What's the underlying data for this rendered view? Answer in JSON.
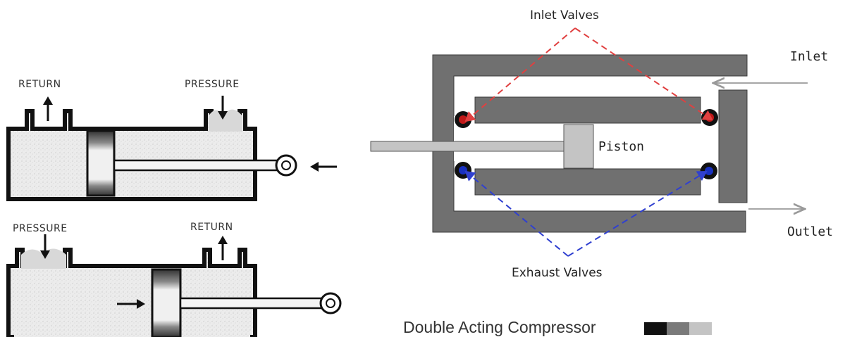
{
  "left_diagram": {
    "top": {
      "left_port_label": "RETURN",
      "right_port_label": "PRESSURE"
    },
    "bottom": {
      "left_port_label": "PRESSURE",
      "right_port_label": "RETURN"
    }
  },
  "right_diagram": {
    "inlet_valves_label": "Inlet Valves",
    "exhaust_valves_label": "Exhaust Valves",
    "piston_label": "Piston",
    "inlet_label": "Inlet",
    "outlet_label": "Outlet",
    "title": "Double Acting Compressor",
    "colors": {
      "body": "#707070",
      "piston": "#c4c4c4",
      "inlet_valve_dot": "#c01818",
      "exhaust_valve_dot": "#1830c0",
      "inlet_dash": "#e04040",
      "exhaust_dash": "#3040d0",
      "arrow": "#999999"
    },
    "swatches": [
      "#111111",
      "#7a7a7a",
      "#c4c4c4"
    ]
  }
}
